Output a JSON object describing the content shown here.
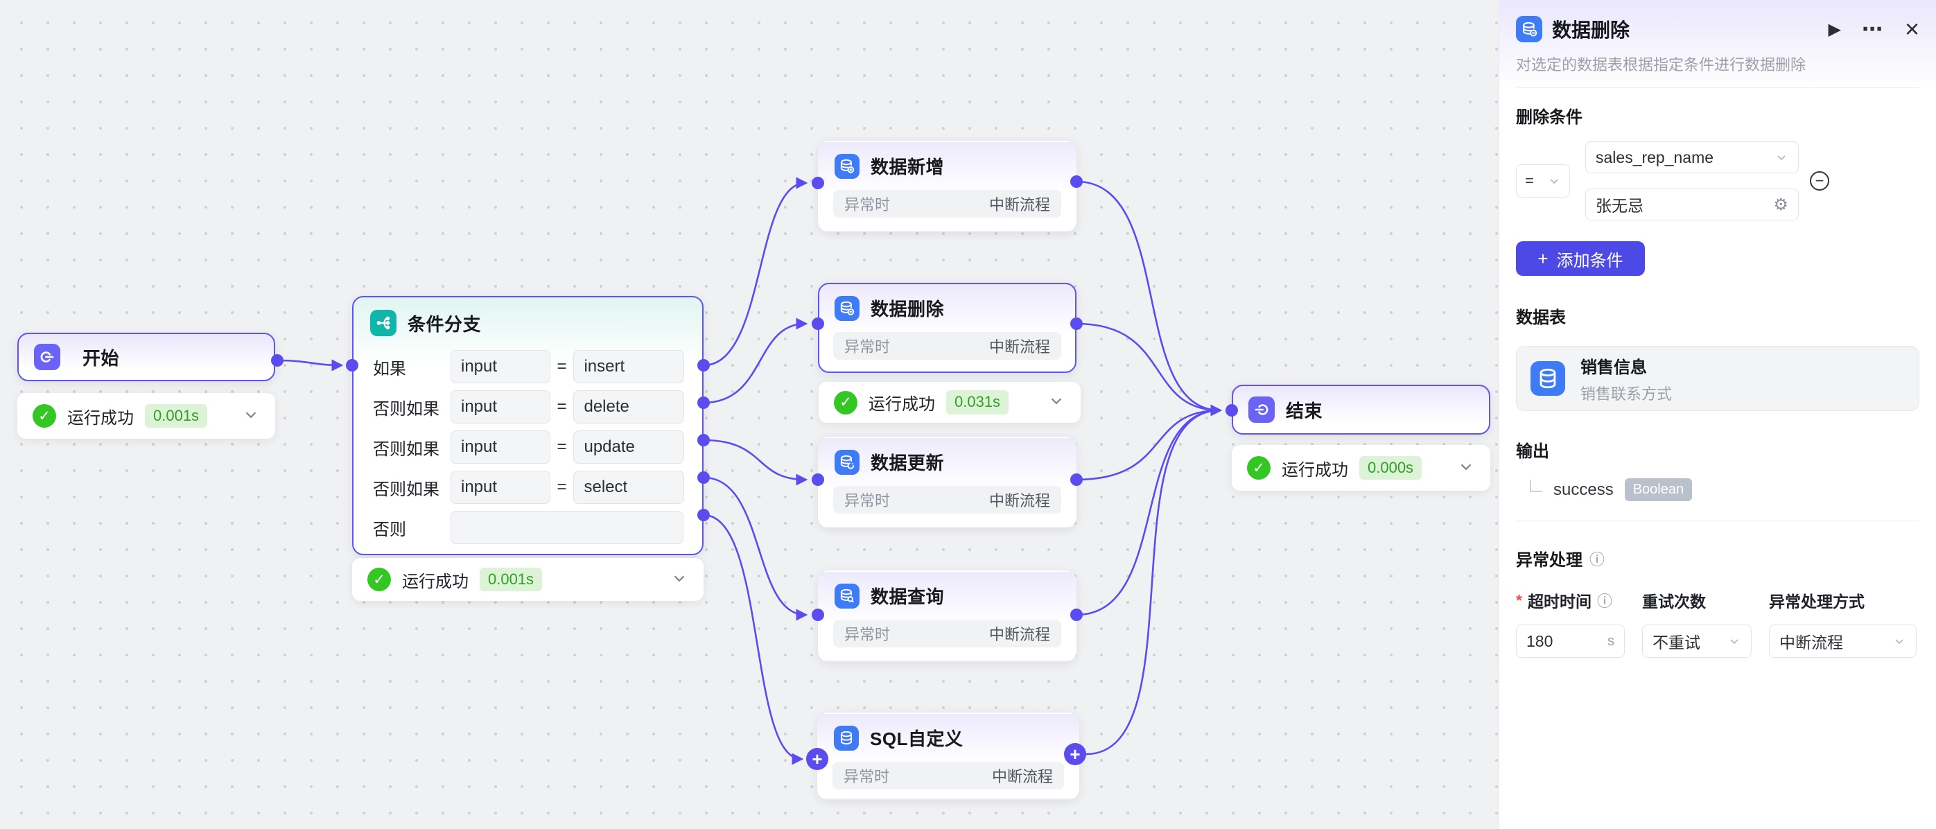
{
  "nodes": {
    "start": {
      "title": "开始",
      "status_label": "运行成功",
      "duration": "0.001s"
    },
    "condition": {
      "title": "条件分支",
      "status_label": "运行成功",
      "duration": "0.001s",
      "rows": [
        {
          "label": "如果",
          "field": "input",
          "op": "=",
          "value": "insert"
        },
        {
          "label": "否则如果",
          "field": "input",
          "op": "=",
          "value": "delete"
        },
        {
          "label": "否则如果",
          "field": "input",
          "op": "=",
          "value": "update"
        },
        {
          "label": "否则如果",
          "field": "input",
          "op": "=",
          "value": "select"
        },
        {
          "label": "否则"
        }
      ]
    },
    "insert": {
      "title": "数据新增",
      "on_error": "异常时",
      "error_action": "中断流程"
    },
    "delete": {
      "title": "数据删除",
      "on_error": "异常时",
      "error_action": "中断流程",
      "status_label": "运行成功",
      "duration": "0.031s"
    },
    "update": {
      "title": "数据更新",
      "on_error": "异常时",
      "error_action": "中断流程"
    },
    "query": {
      "title": "数据查询",
      "on_error": "异常时",
      "error_action": "中断流程"
    },
    "sql": {
      "title": "SQL自定义",
      "on_error": "异常时",
      "error_action": "中断流程"
    },
    "end": {
      "title": "结束",
      "status_label": "运行成功",
      "duration": "0.000s"
    }
  },
  "panel": {
    "title": "数据删除",
    "subtitle": "对选定的数据表根据指定条件进行数据删除",
    "condition": {
      "heading": "删除条件",
      "operator": "=",
      "field": "sales_rep_name",
      "value": "张无忌",
      "add_button": "添加条件"
    },
    "table": {
      "heading": "数据表",
      "name": "销售信息",
      "desc": "销售联系方式"
    },
    "output": {
      "heading": "输出",
      "field": "success",
      "type": "Boolean"
    },
    "exception": {
      "heading": "异常处理",
      "timeout_label": "超时时间",
      "timeout_value": "180",
      "timeout_unit": "s",
      "retry_label": "重试次数",
      "retry_value": "不重试",
      "mode_label": "异常处理方式",
      "mode_value": "中断流程"
    }
  },
  "colors": {
    "accent": "#5b4cf0",
    "node_blue": "#3d7bf7",
    "teal": "#12b5a9",
    "success": "#34c724",
    "button": "#4d49e6"
  }
}
